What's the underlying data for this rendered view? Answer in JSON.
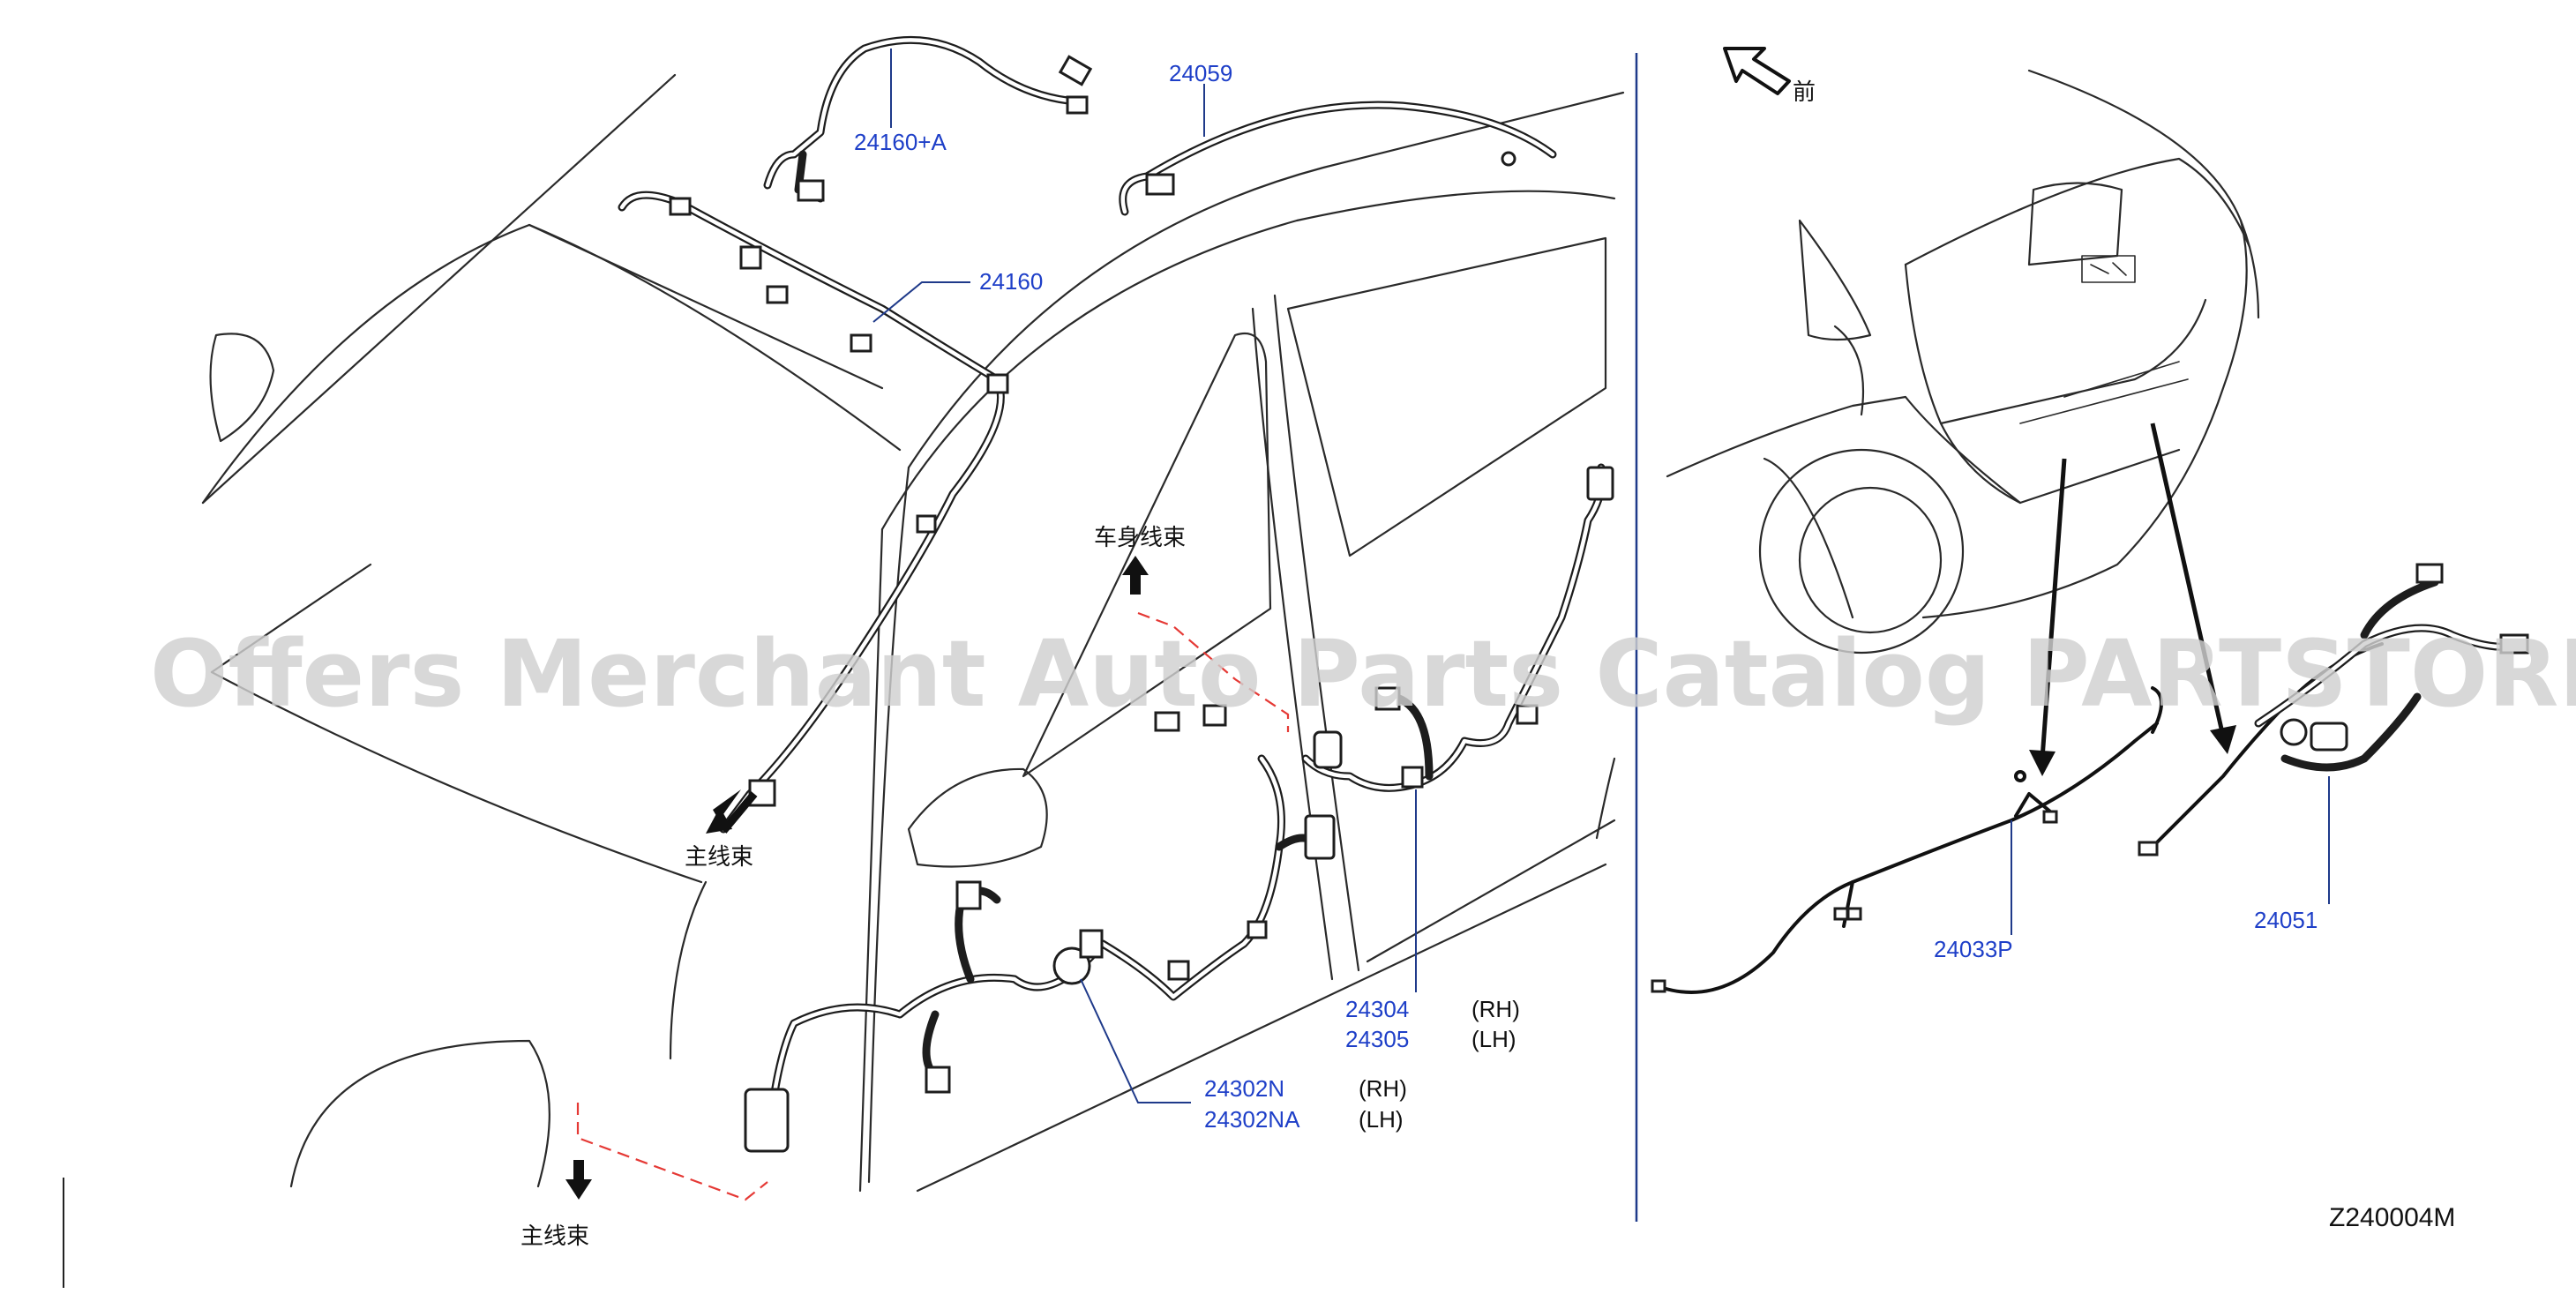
{
  "parts": {
    "p24160a": "24160+A",
    "p24059": "24059",
    "p24160": "24160",
    "p24304": "24304",
    "p24305": "24305",
    "p24302n": "24302N",
    "p24302na": "24302NA",
    "p24033p": "24033P",
    "p24051": "24051"
  },
  "sides": {
    "rh": "(RH)",
    "lh": "(LH)"
  },
  "notes": {
    "main_harness": "主线束",
    "body_harness": "车身线束",
    "front": "前"
  },
  "diagram_code": "Z240004M",
  "watermark": "Offers Merchant Auto Parts Catalog PARTSTORE.SA",
  "colors": {
    "part_number": "#1e3fc8",
    "leader_line": "#1f3a8a",
    "dashed_guide": "#e53935",
    "watermark": "#cfcfcf"
  }
}
